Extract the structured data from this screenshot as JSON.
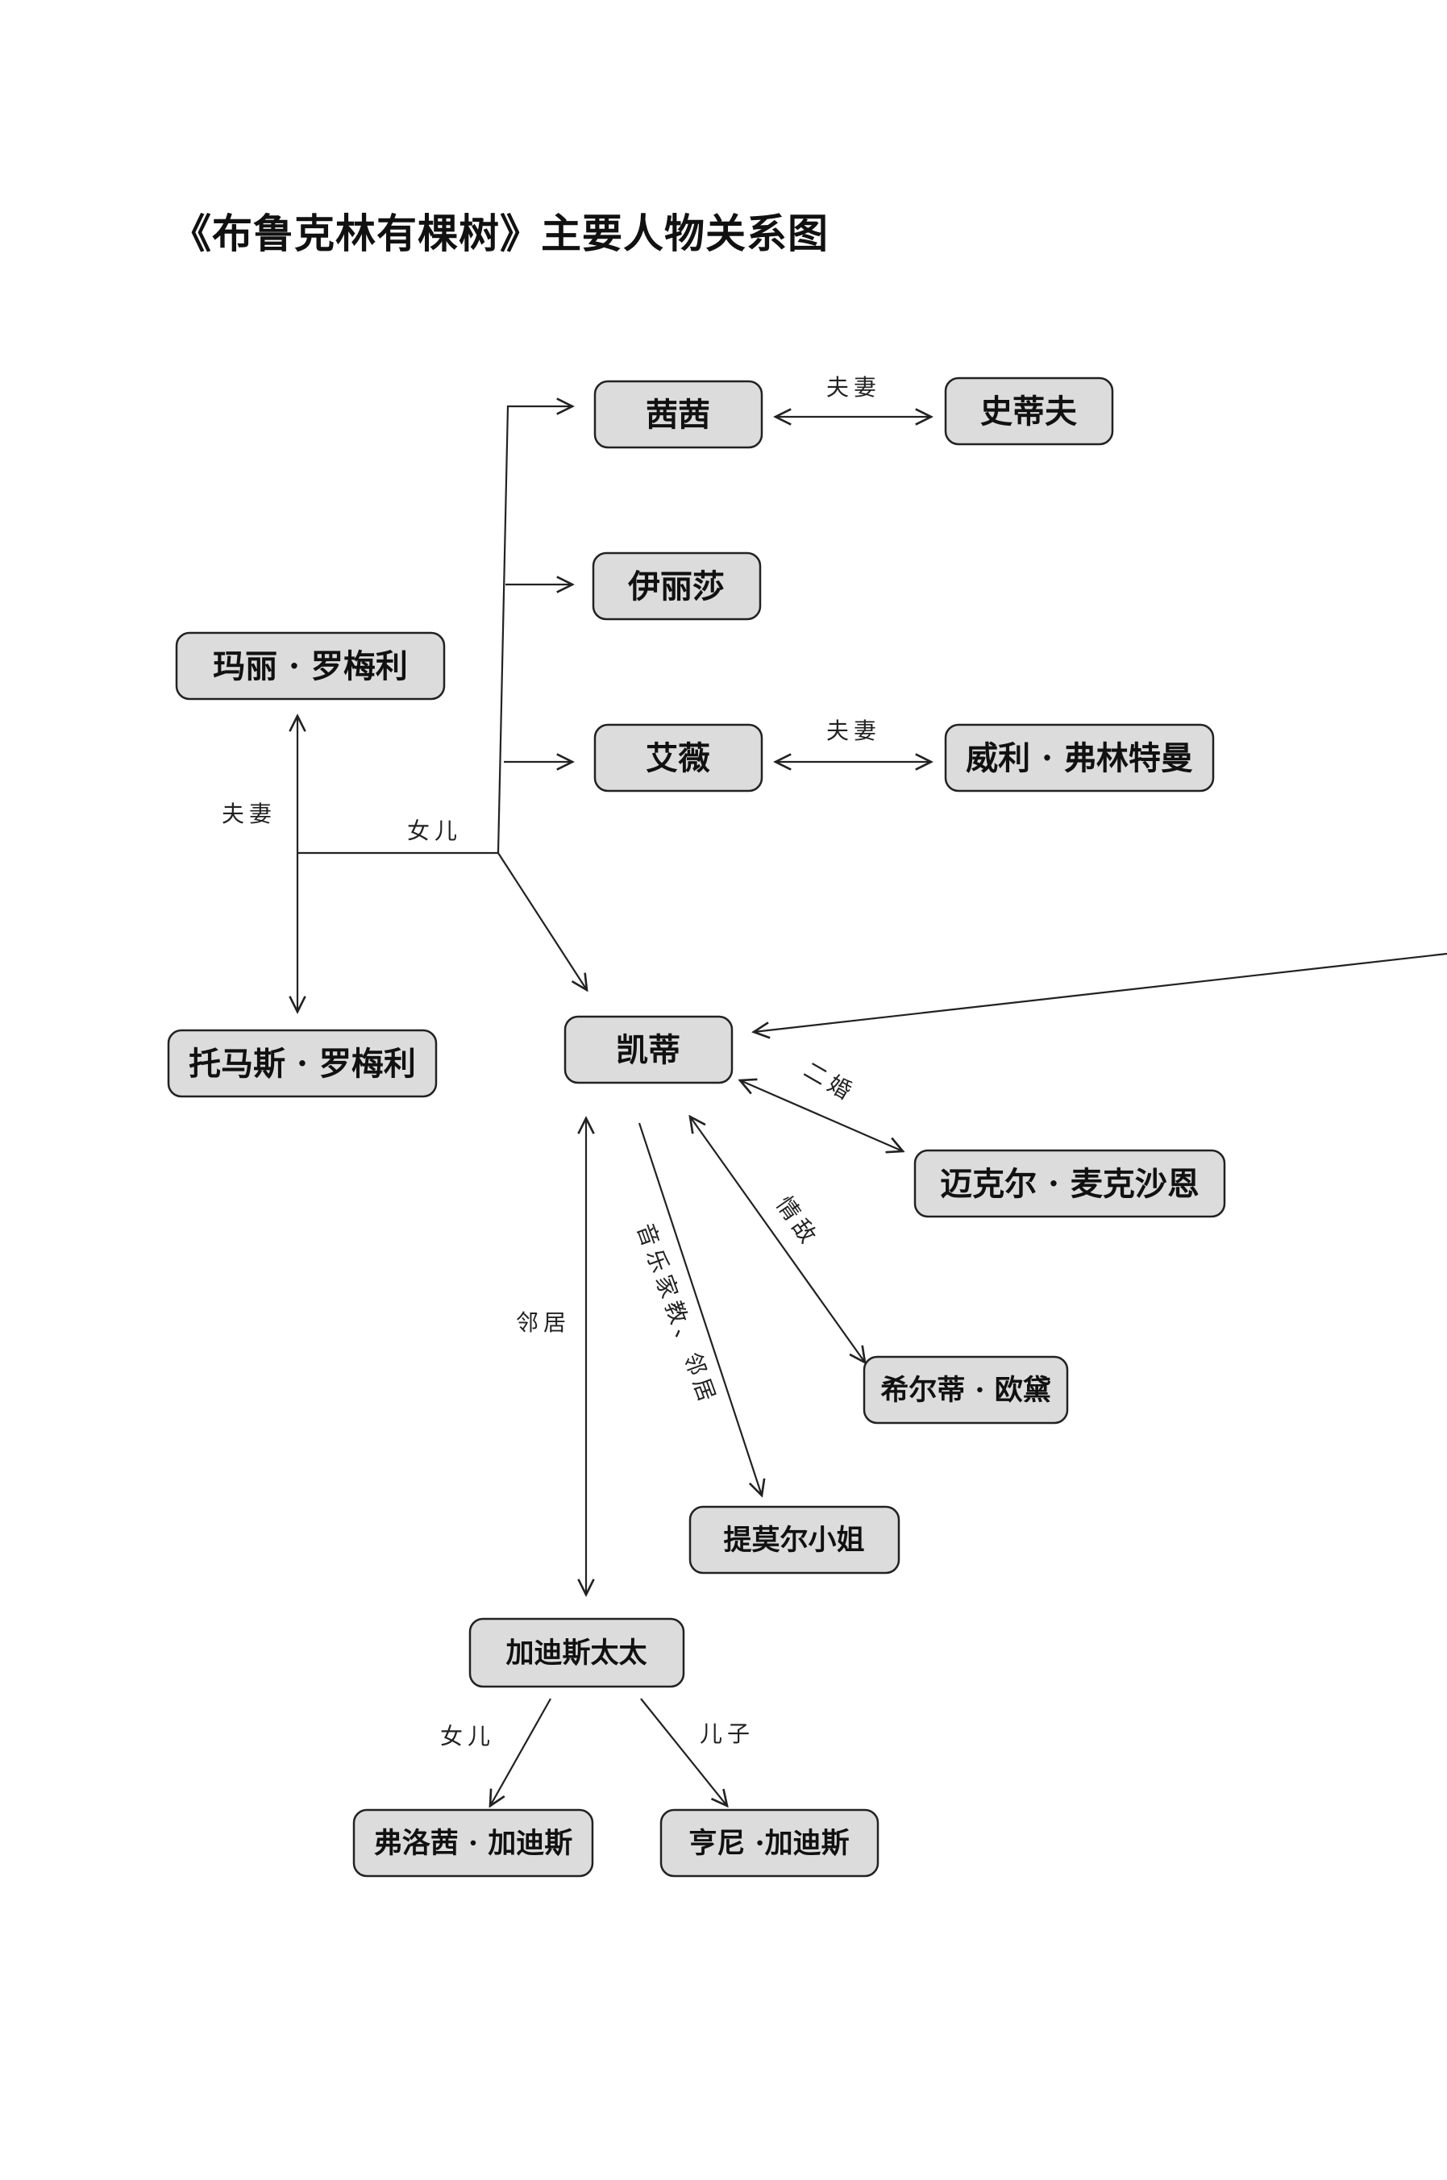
{
  "title": "《布鲁克林有棵树》主要人物关系图",
  "nodes": [
    {
      "id": "xixi",
      "label": "茜茜"
    },
    {
      "id": "steve",
      "label": "史蒂夫"
    },
    {
      "id": "eliza",
      "label": "伊丽莎"
    },
    {
      "id": "mary",
      "label": "玛丽 · 罗梅利"
    },
    {
      "id": "evy",
      "label": "艾薇"
    },
    {
      "id": "willie",
      "label": "威利 · 弗林特曼"
    },
    {
      "id": "thomas",
      "label": "托马斯 · 罗梅利"
    },
    {
      "id": "katie",
      "label": "凯蒂"
    },
    {
      "id": "michael",
      "label": "迈克尔 · 麦克沙恩"
    },
    {
      "id": "hildy",
      "label": "希尔蒂 · 欧黛"
    },
    {
      "id": "tynmore",
      "label": "提莫尔小姐"
    },
    {
      "id": "gaddis",
      "label": "加迪斯太太"
    },
    {
      "id": "flossie",
      "label": "弗洛茜 · 加迪斯"
    },
    {
      "id": "henny",
      "label": "亨尼 ·加迪斯"
    }
  ],
  "edges": [
    {
      "id": "mary-thomas",
      "from": "mary",
      "to": "thomas",
      "label": "夫妻"
    },
    {
      "id": "parents-daughters",
      "from": "mary",
      "to": "xixi",
      "label": "女儿"
    },
    {
      "id": "xixi-steve",
      "from": "xixi",
      "to": "steve",
      "label": "夫妻"
    },
    {
      "id": "evy-willie",
      "from": "evy",
      "to": "willie",
      "label": "夫妻"
    },
    {
      "id": "katie-michael",
      "from": "katie",
      "to": "michael",
      "label": "二婚"
    },
    {
      "id": "katie-hildy",
      "from": "katie",
      "to": "hildy",
      "label": "情敌"
    },
    {
      "id": "katie-tynmore",
      "from": "katie",
      "to": "tynmore",
      "label": "音乐家教、邻居"
    },
    {
      "id": "katie-gaddis",
      "from": "katie",
      "to": "gaddis",
      "label": "邻居"
    },
    {
      "id": "gaddis-flossie",
      "from": "gaddis",
      "to": "flossie",
      "label": "女儿"
    },
    {
      "id": "gaddis-henny",
      "from": "gaddis",
      "to": "henny",
      "label": "儿子"
    }
  ]
}
